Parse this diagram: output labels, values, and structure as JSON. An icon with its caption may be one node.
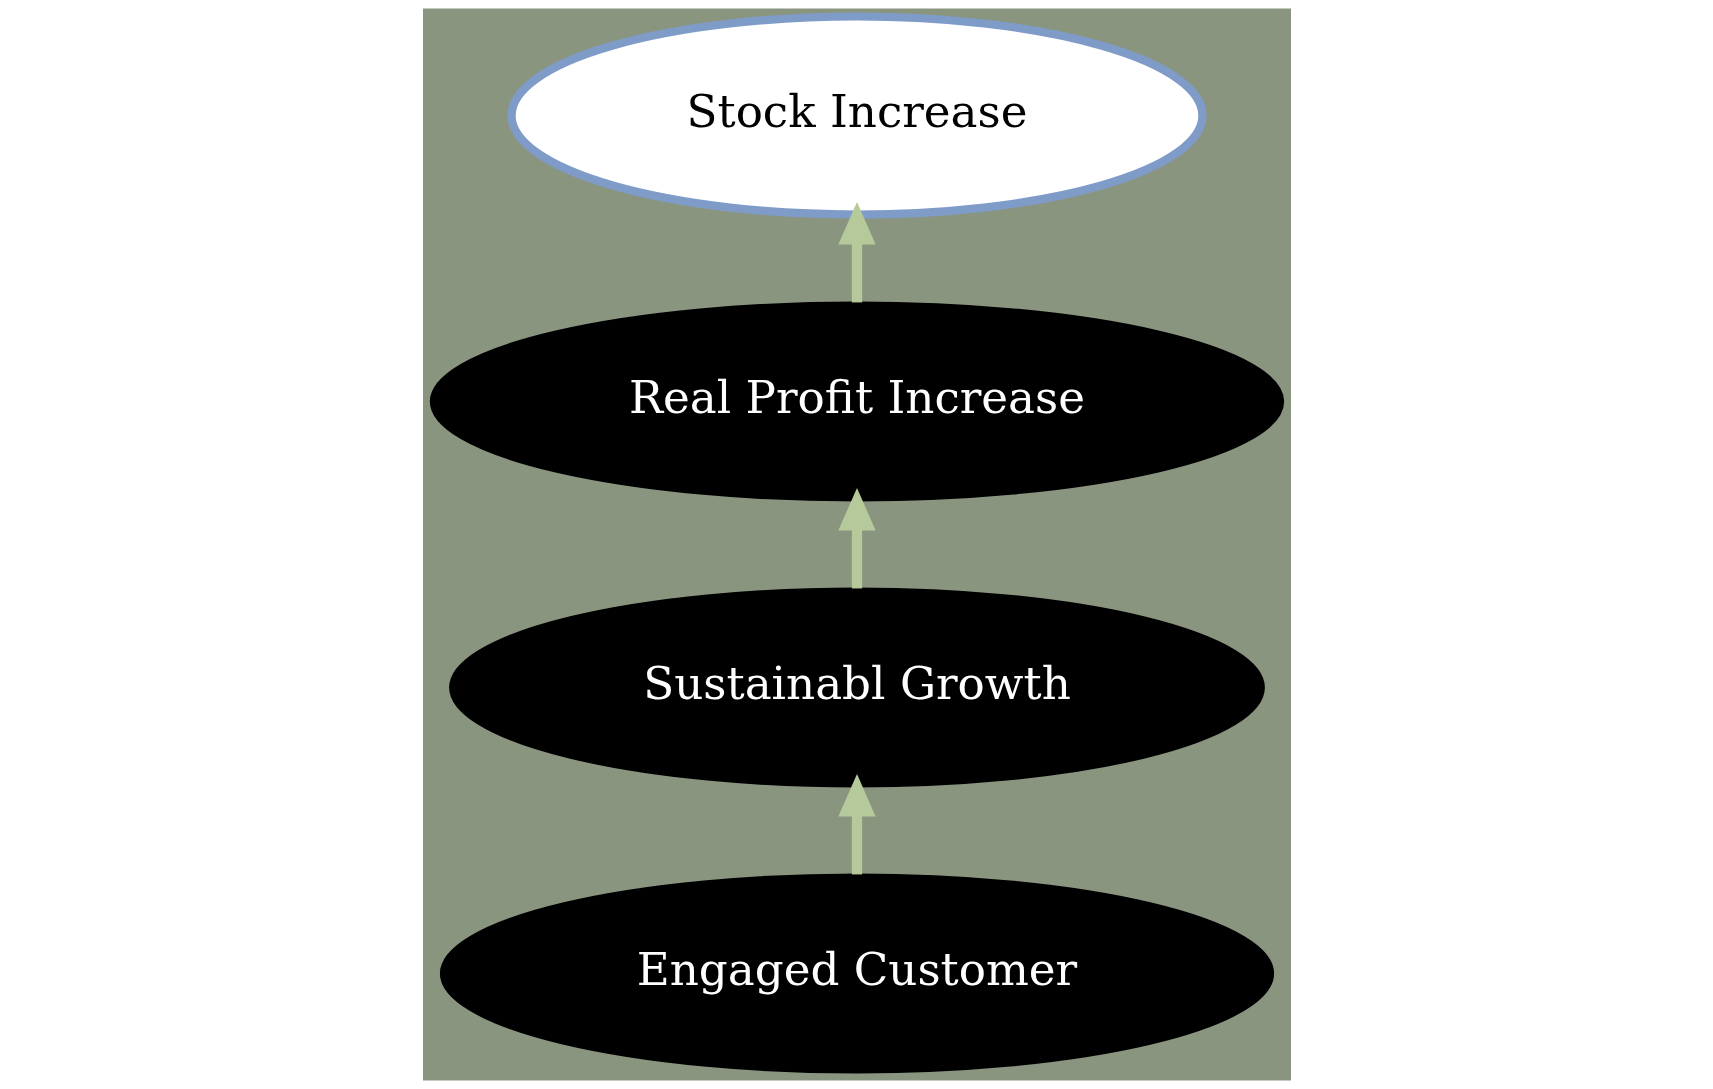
{
  "diagram": {
    "nodes": [
      {
        "text": [
          "Stock Increase"
        ]
      },
      {
        "text": [
          "Real Profit Increase"
        ]
      },
      {
        "text": [
          "Sustainabl Growth"
        ]
      },
      {
        "text": [
          "Engaged Customer"
        ]
      }
    ],
    "edges": [
      {
        "from": 3,
        "to": 2,
        "arrow": "to"
      },
      {
        "from": 2,
        "to": 1,
        "arrow": "to"
      },
      {
        "from": 1,
        "to": 0,
        "arrow": "to"
      }
    ]
  }
}
